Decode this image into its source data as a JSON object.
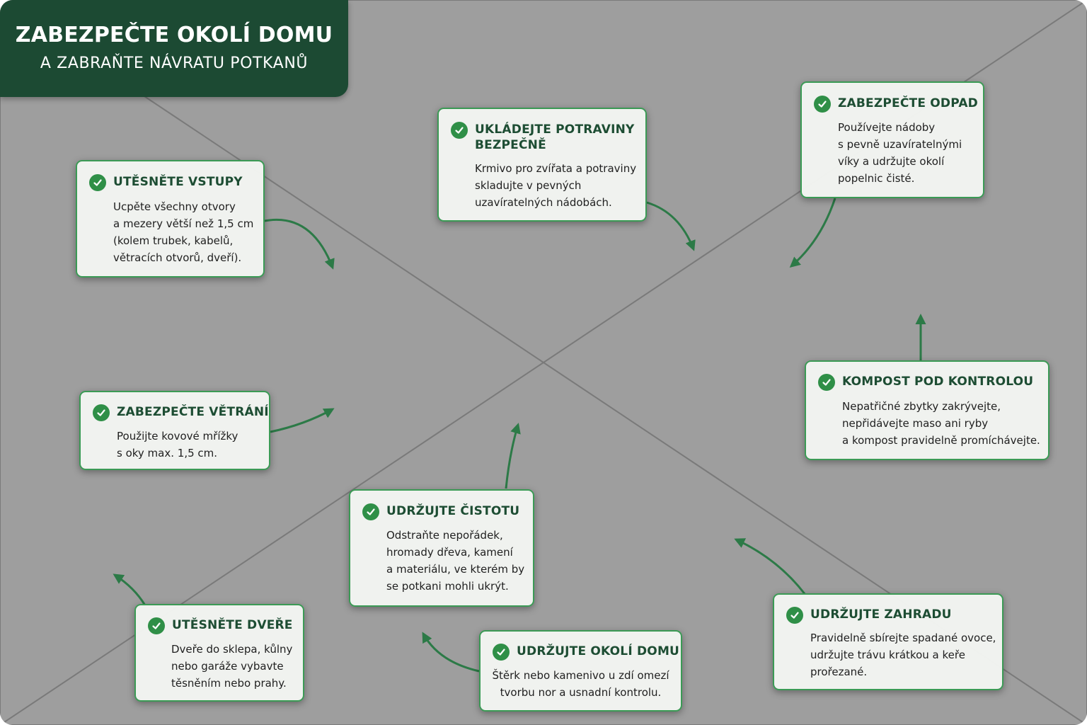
{
  "header": {
    "title": "ZABEZPEČTE OKOLÍ DOMU",
    "subtitle": "A ZABRAŇTE NÁVRATU POTKANŮ"
  },
  "icons": {
    "tip": "check-icon"
  },
  "colors": {
    "header_bg": "#1c4a33",
    "card_border": "#3b9a55",
    "check": "#2f8f47",
    "arrow": "#2c7a47",
    "card_bg": "#f4f6f2"
  },
  "tips": [
    {
      "id": "utesnete-vstupy",
      "title": "UTĚSNĚTE VSTUPY",
      "text": "Ucpěte všechny otvory\na mezery větší než 1,5 cm\n(kolem trubek, kabelů,\nvětracích otvorů, dveří)."
    },
    {
      "id": "zabezpecte-vetrani",
      "title": "ZABEZPEČTE VĚTRÁNÍ",
      "text": "Použijte kovové mřížky\ns oky max. 1,5 cm."
    },
    {
      "id": "utesnete-dvere",
      "title": "UTĚSNĚTE DVEŘE",
      "text": "Dveře do sklepa, kůlny\nnebo garáže vybavte\ntěsněním nebo prahy."
    },
    {
      "id": "ukladejte-potraviny",
      "title": "UKLÁDEJTE POTRAVINY\nBEZPEČNĚ",
      "text": "Krmivo pro zvířata a potraviny\nskladujte v pevných\nuzavíratelných nádobách."
    },
    {
      "id": "udrzujte-cistotu",
      "title": "UDRŽUJTE ČISTOTU",
      "text": "Odstraňte nepořádek,\nhromady dřeva, kamení\na materiálu, ve kterém by\nse potkani mohli ukrýt."
    },
    {
      "id": "udrzujte-okoli",
      "title": "UDRŽUJTE OKOLÍ DOMU",
      "text": "Štěrk nebo kamenivo u zdí omezí\ntvorbu nor a usnadní kontrolu."
    },
    {
      "id": "zabezpecte-odpad",
      "title": "ZABEZPEČTE ODPAD",
      "text": "Používejte nádoby\ns pevně uzavíratelnými\nvíky a udržujte okolí\npopelnic čisté."
    },
    {
      "id": "kompost",
      "title": "KOMPOST POD KONTROLOU",
      "text": "Nepatřičné zbytky zakrývejte,\nnepřidávejte maso ani ryby\na kompost pravidelně promíchávejte."
    },
    {
      "id": "udrzujte-zahradu",
      "title": "UDRŽUJTE ZAHRADU",
      "text": "Pravidelně sbírejte spadané ovoce,\nudržujte trávu krátkou a keře\nprořezané."
    }
  ]
}
